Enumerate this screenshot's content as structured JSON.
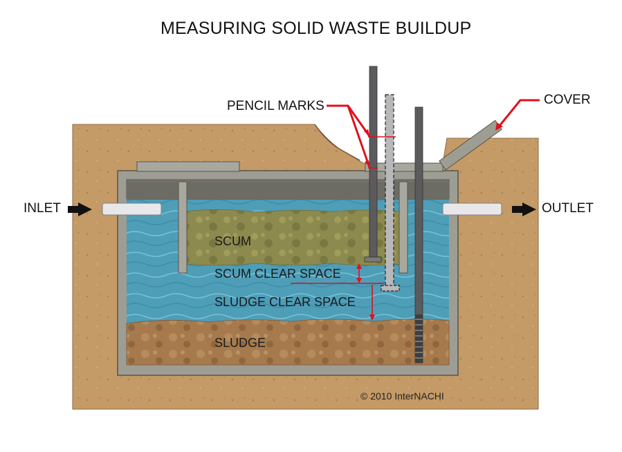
{
  "title": "MEASURING SOLID WASTE BUILDUP",
  "labels": {
    "pencil_marks": "PENCIL MARKS",
    "cover": "COVER",
    "inlet": "INLET",
    "outlet": "OUTLET",
    "scum": "SCUM",
    "scum_clear_space": "SCUM CLEAR SPACE",
    "sludge_clear_space": "SLUDGE CLEAR SPACE",
    "sludge": "SLUDGE"
  },
  "copyright": "© 2010  InterNACHI",
  "colors": {
    "soil": "#c49a66",
    "concrete": "#9e9d93",
    "water": "#4e9eb8",
    "scum": "#8a8a4c",
    "sludge": "#a77a4e",
    "pole": "#5a5a5a",
    "arrow_red": "#e0101a",
    "arrow_black": "#111111"
  },
  "icons": [
    "inlet-arrow-icon",
    "outlet-arrow-icon"
  ]
}
